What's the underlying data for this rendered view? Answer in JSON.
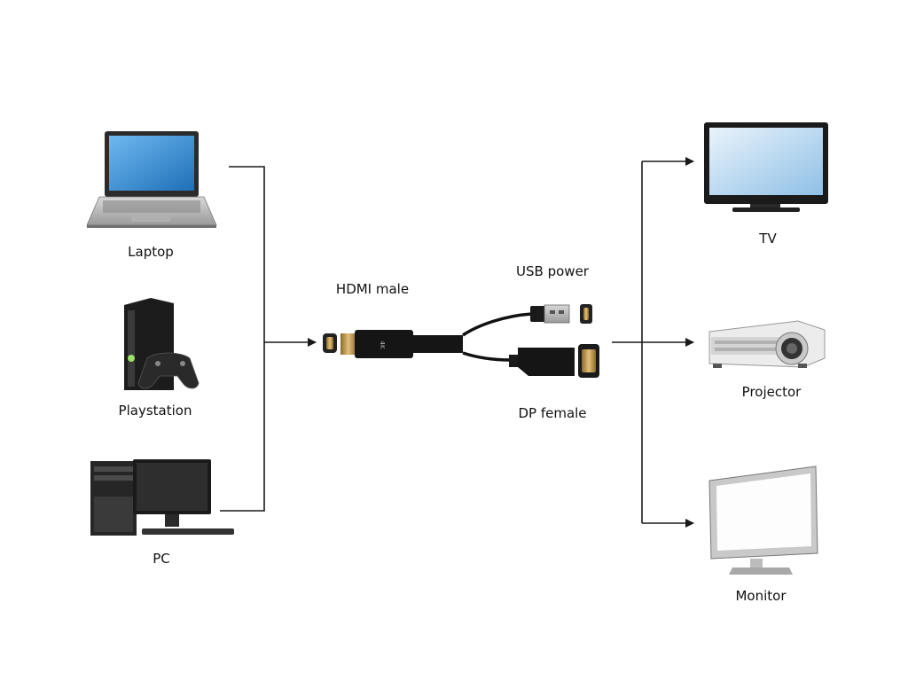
{
  "sources": [
    {
      "id": "laptop",
      "label": "Laptop"
    },
    {
      "id": "playstation",
      "label": "Playstation"
    },
    {
      "id": "pc",
      "label": "PC"
    }
  ],
  "cable": {
    "hdmi_label": "HDMI male",
    "usb_label": "USB power",
    "dp_label": "DP female",
    "connector_print": "4K"
  },
  "outputs": [
    {
      "id": "tv",
      "label": "TV"
    },
    {
      "id": "projector",
      "label": "Projector"
    },
    {
      "id": "monitor",
      "label": "Monitor"
    }
  ],
  "colors": {
    "line": "#1a1a1a",
    "cable": "#111111",
    "connector_gold": "#c9a24a",
    "screen_blue": "#3a8fd6"
  }
}
